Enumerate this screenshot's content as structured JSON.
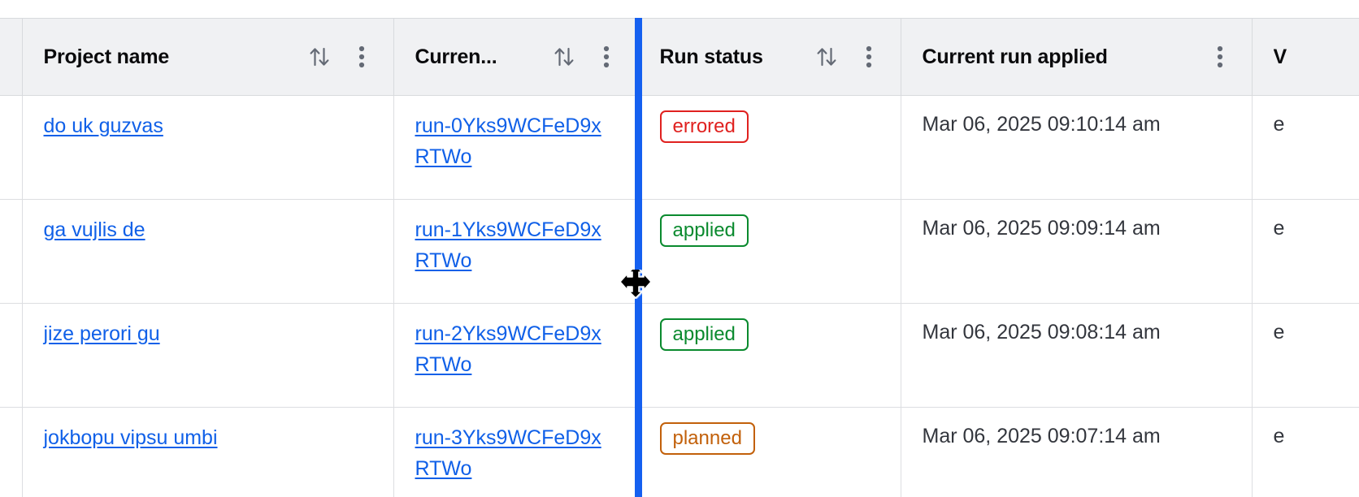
{
  "table": {
    "columns": [
      {
        "id": "select",
        "label": "",
        "has_sort": false,
        "has_menu": false
      },
      {
        "id": "project",
        "label": "Project name",
        "has_sort": true,
        "has_menu": true
      },
      {
        "id": "current",
        "label": "Curren...",
        "has_sort": true,
        "has_menu": true
      },
      {
        "id": "status",
        "label": "Run status",
        "has_sort": true,
        "has_menu": true
      },
      {
        "id": "applied",
        "label": "Current run applied",
        "has_sort": false,
        "has_menu": true
      },
      {
        "id": "vcs",
        "label": "V",
        "has_sort": false,
        "has_menu": false
      }
    ],
    "rows": [
      {
        "project": "do uk guzvas",
        "current_run": "run-0Yks9WCFeD9xRTWo",
        "run_status": "errored",
        "status_kind": "errored",
        "current_run_applied": "Mar 06, 2025 09:10:14 am",
        "vcs": "e"
      },
      {
        "project": "ga vujlis de",
        "current_run": "run-1Yks9WCFeD9xRTWo",
        "run_status": "applied",
        "status_kind": "applied",
        "current_run_applied": "Mar 06, 2025 09:09:14 am",
        "vcs": "e"
      },
      {
        "project": "jize perori gu",
        "current_run": "run-2Yks9WCFeD9xRTWo",
        "run_status": "applied",
        "status_kind": "applied",
        "current_run_applied": "Mar 06, 2025 09:08:14 am",
        "vcs": "e"
      },
      {
        "project": "jokbopu vipsu umbi",
        "current_run": "run-3Yks9WCFeD9xRTWo",
        "run_status": "planned",
        "status_kind": "planned",
        "current_run_applied": "Mar 06, 2025 09:07:14 am",
        "vcs": "e"
      }
    ]
  },
  "interaction": {
    "resize_indicator_visible": true,
    "cursor": "col-resize"
  },
  "colors": {
    "link": "#1060e8",
    "header_bg": "#f0f1f3",
    "border": "#dcdee1",
    "resize_line": "#1560f0",
    "status_errored": "#e0211f",
    "status_applied": "#0a8a2e",
    "status_planned": "#c2600a",
    "text": "#33363d"
  }
}
